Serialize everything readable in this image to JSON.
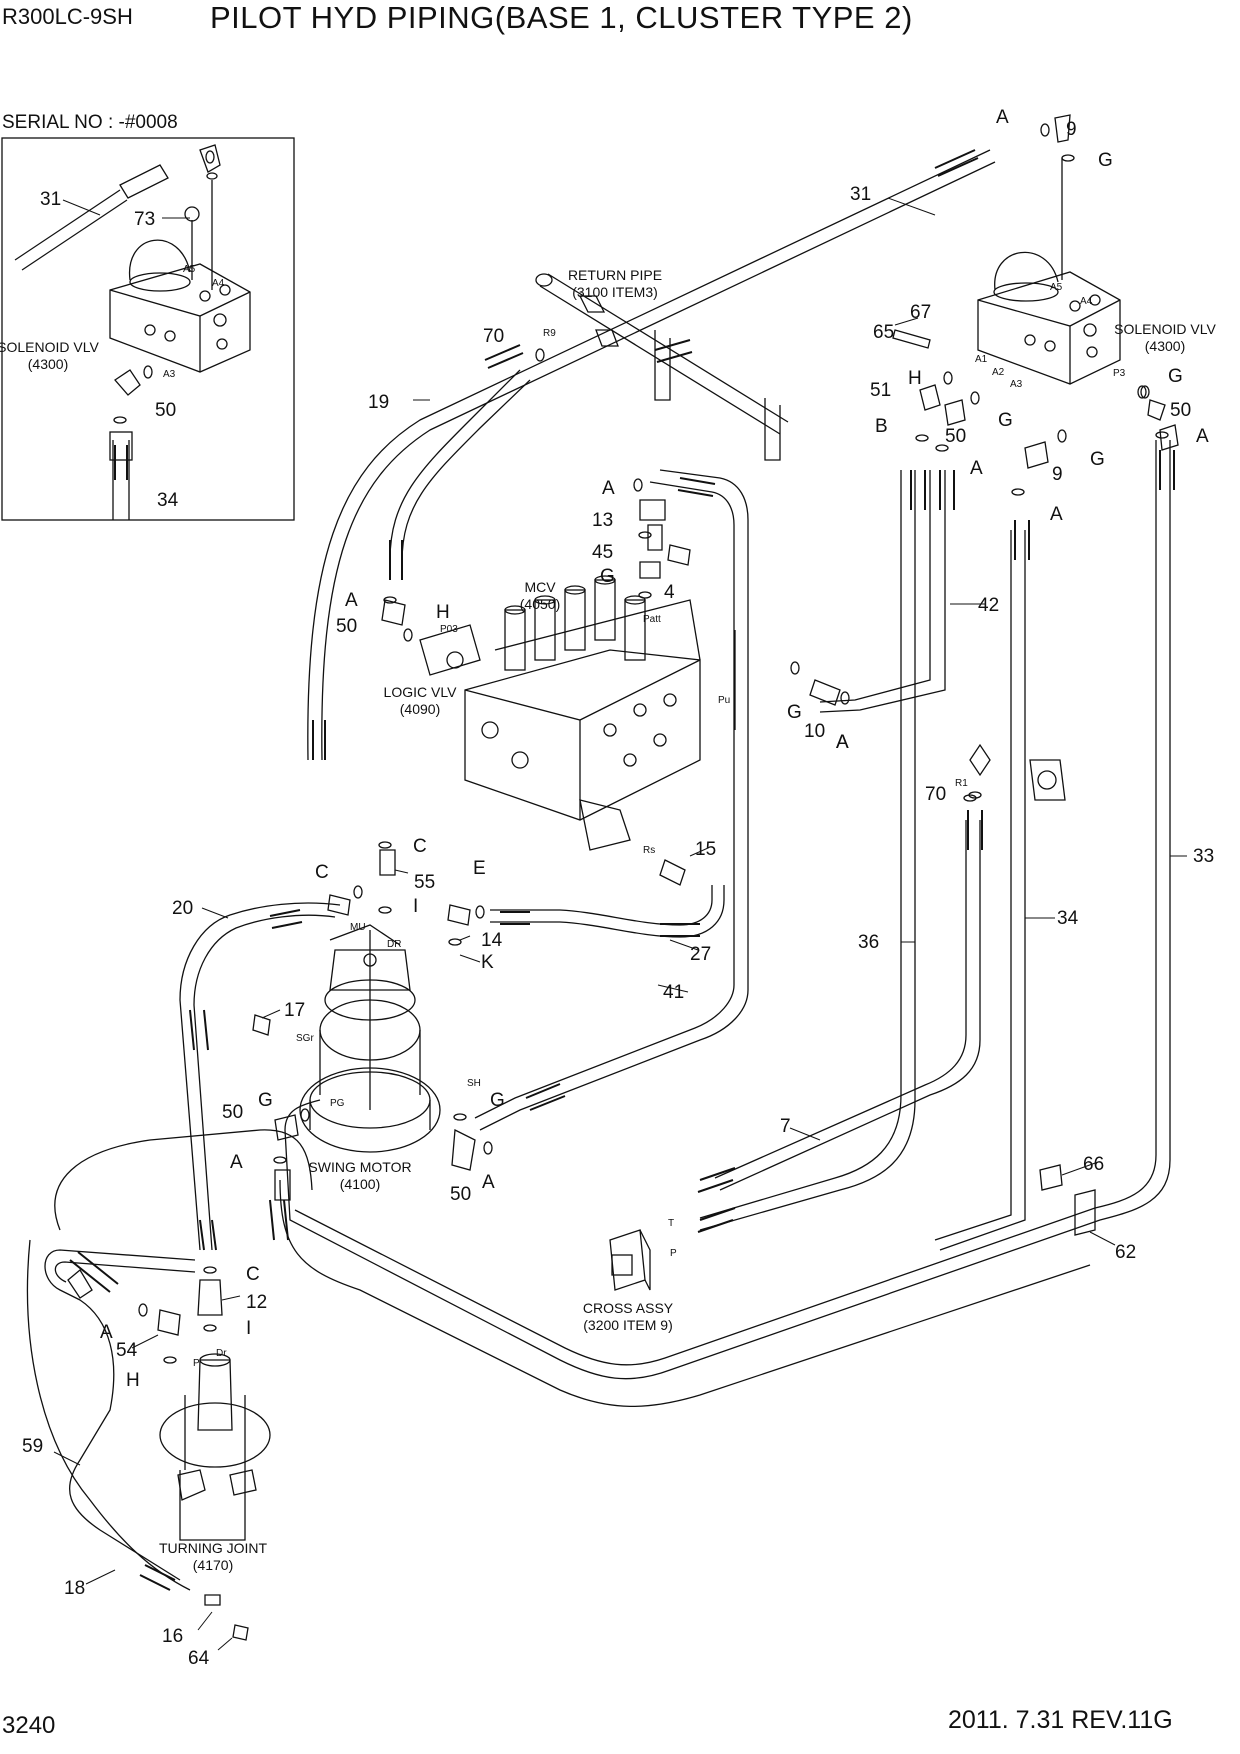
{
  "header": {
    "model": "R300LC-9SH",
    "title": "PILOT HYD PIPING(BASE 1, CLUSTER TYPE 2)",
    "serial": "SERIAL NO : -#0008"
  },
  "footer": {
    "page_number": "3240",
    "date_revision": "2011. 7.31  REV.11G"
  },
  "components": {
    "return_pipe": "RETURN PIPE",
    "return_pipe_ref": "(3100 ITEM3)",
    "solenoid_valve": "SOLENOID VLV",
    "solenoid_valve_ref": "(4300)",
    "mcv": "MCV",
    "mcv_ref": "(4050)",
    "logic_valve": "LOGIC VLV",
    "logic_valve_ref": "(4090)",
    "swing_motor": "SWING MOTOR",
    "swing_motor_ref": "(4100)",
    "cross_assy": "CROSS ASSY",
    "cross_assy_ref": "(3200 ITEM 9)",
    "turning_joint": "TURNING JOINT",
    "turning_joint_ref": "(4170)"
  },
  "ports": {
    "a1": "A1",
    "a2": "A2",
    "a3": "A3",
    "a4": "A4",
    "a5": "A5",
    "p3": "P3",
    "r9": "R9",
    "p03": "P03",
    "patt": "Patt",
    "pu": "Pu",
    "rs": "Rs",
    "r1": "R1",
    "mu": "MU",
    "dr": "DR",
    "sgr": "SGr",
    "pg": "PG",
    "sh": "SH",
    "t": "T",
    "p": "P",
    "dr2": "Dr"
  },
  "callouts": {
    "c9a": "9",
    "c9b": "9",
    "c31a": "31",
    "c31b": "31",
    "c73": "73",
    "c50a": "50",
    "c34a": "34",
    "c67": "67",
    "c65": "65",
    "c51": "51",
    "c50b": "50",
    "c50c": "50",
    "c70a": "70",
    "c19": "19",
    "c13": "13",
    "c45": "45",
    "c4": "4",
    "c42": "42",
    "c50d": "50",
    "c10": "10",
    "c70b": "70",
    "c33": "33",
    "c55": "55",
    "c20": "20",
    "c15": "15",
    "c14": "14",
    "c27": "27",
    "c36": "36",
    "c34b": "34",
    "c41": "41",
    "c17": "17",
    "c50e": "50",
    "c50f": "50",
    "c7": "7",
    "c66": "66",
    "c62": "62",
    "c12": "12",
    "c54": "54",
    "c59": "59",
    "c18": "18",
    "c16": "16",
    "c64": "64"
  },
  "letters": {
    "a1": "A",
    "g1": "G",
    "g2": "G",
    "h1": "H",
    "g3": "G",
    "b1": "B",
    "a2": "A",
    "g4": "G",
    "a3": "A",
    "a4": "A",
    "a5": "A",
    "a6": "A",
    "g5": "G",
    "a7": "A",
    "h2": "H",
    "a8": "A",
    "g6": "G",
    "c1": "C",
    "c2": "C",
    "i1": "I",
    "e1": "E",
    "k1": "K",
    "g7": "G",
    "g8": "G",
    "a9": "A",
    "a10": "A",
    "c3": "C",
    "i2": "I",
    "a11": "A",
    "h3": "H"
  }
}
